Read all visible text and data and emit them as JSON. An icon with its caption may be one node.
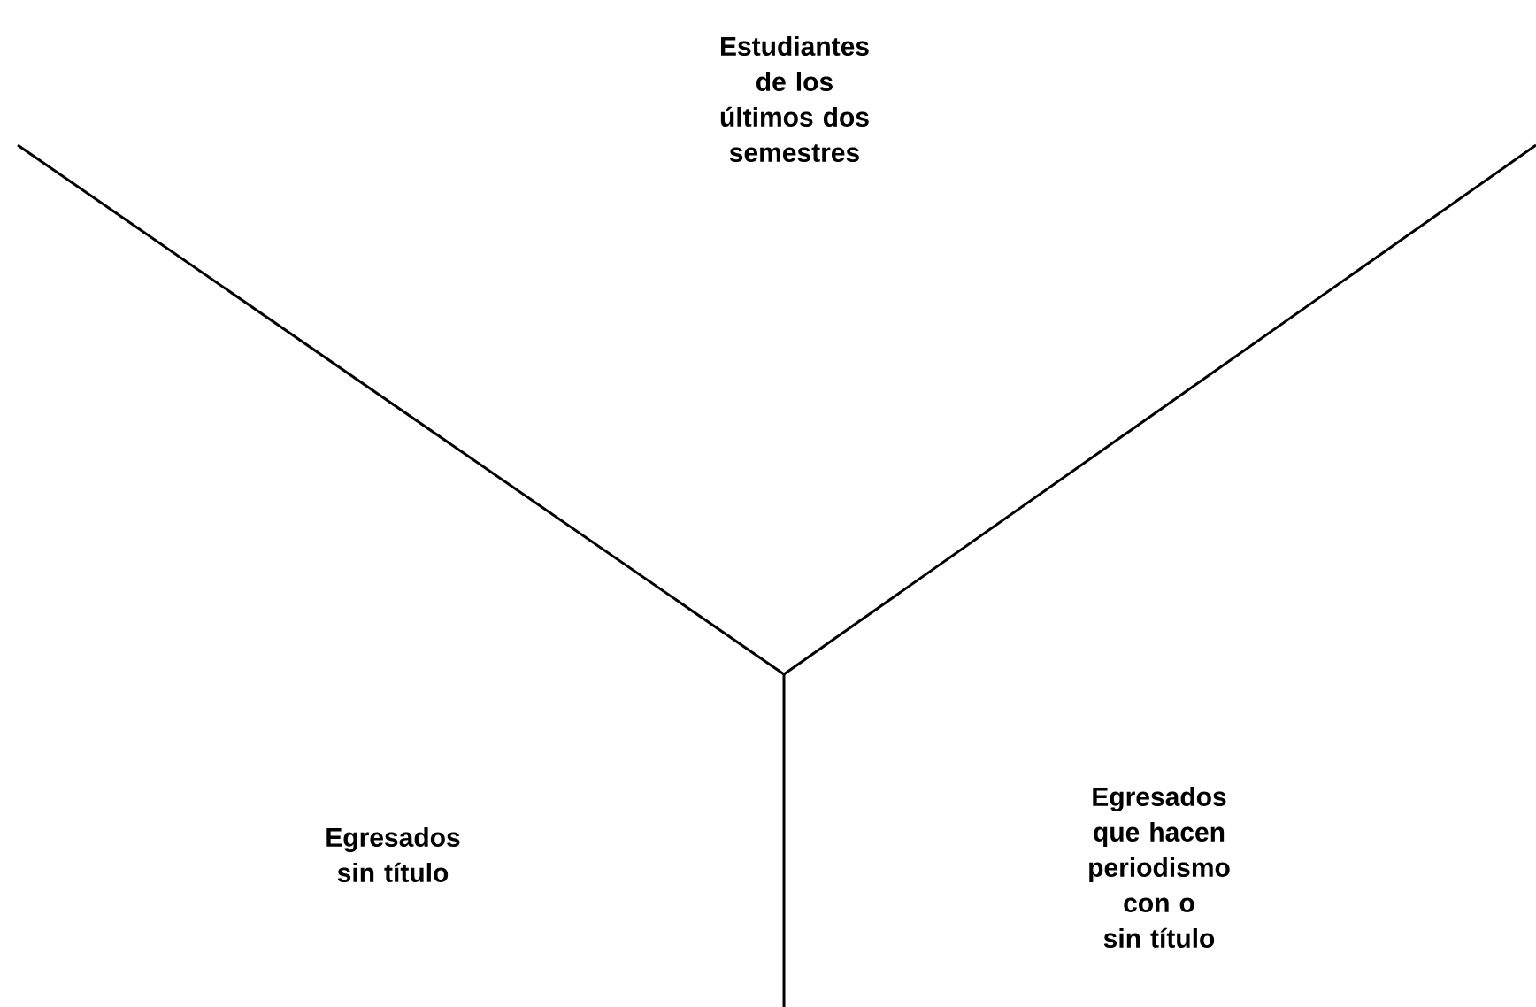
{
  "diagram": {
    "labels": [
      "Estudiantes de los últimos dos semestres",
      "Egresados sin título",
      "Egresados que hacen periodismo con o sin título"
    ]
  }
}
